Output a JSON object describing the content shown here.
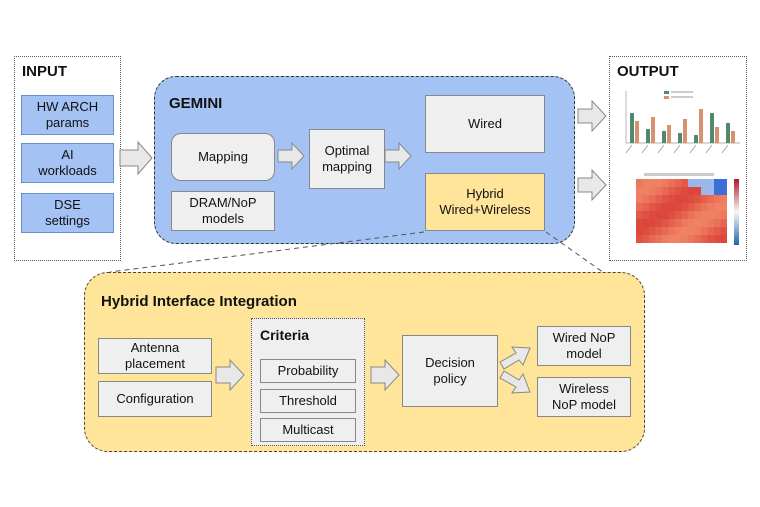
{
  "input": {
    "title": "INPUT",
    "items": [
      "HW ARCH\nparams",
      "AI\nworkloads",
      "DSE\nsettings"
    ]
  },
  "gemini": {
    "title": "GEMINI",
    "mapping": "Mapping",
    "dram_nop": "DRAM/NoP\nmodels",
    "optimal_mapping": "Optimal\nmapping",
    "wired": "Wired",
    "hybrid": "Hybrid\nWired+Wireless"
  },
  "output": {
    "title": "OUTPUT"
  },
  "hybrid_integration": {
    "title": "Hybrid Interface Integration",
    "antenna_placement": "Antenna\nplacement",
    "configuration": "Configuration",
    "criteria": {
      "title": "Criteria",
      "items": [
        "Probability",
        "Threshold",
        "Multicast"
      ]
    },
    "decision_policy": "Decision\npolicy",
    "wired_nop": "Wired NoP\nmodel",
    "wireless_nop": "Wireless\nNoP model"
  },
  "colors": {
    "blue": "#a4c2f4",
    "yellow": "#ffe599",
    "grey": "#efefef",
    "bar_green": "#4f8b6a",
    "bar_orange": "#d9906c",
    "heat_red": "#e3574a",
    "heat_blue": "#3b6fd6"
  }
}
